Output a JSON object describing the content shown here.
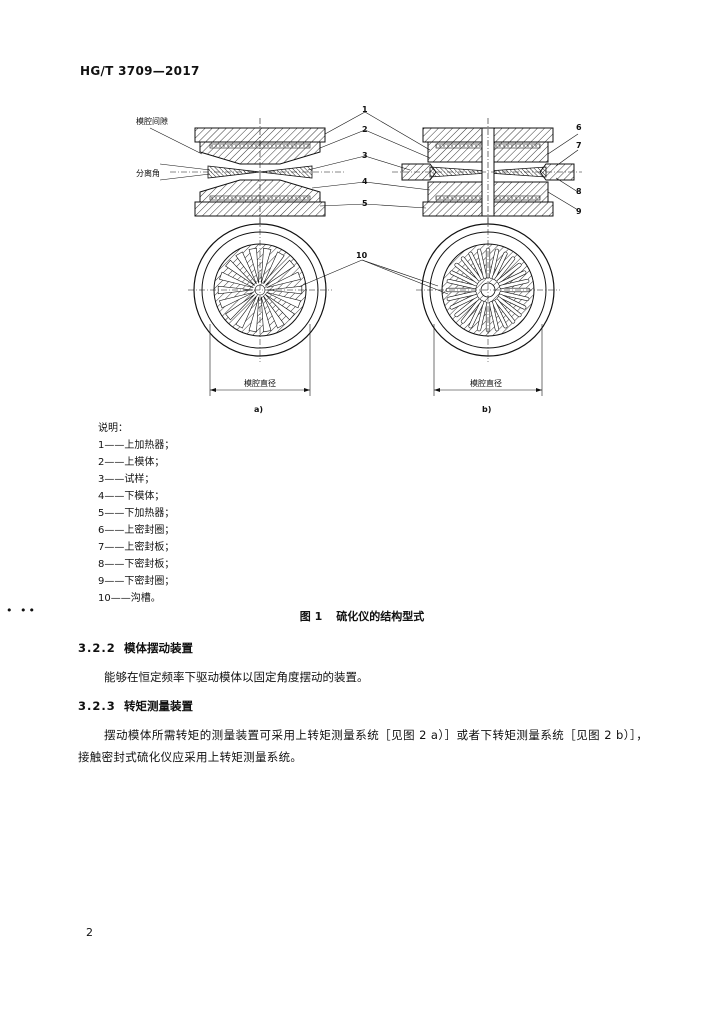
{
  "header": {
    "standard": "HG/T 3709—2017"
  },
  "figure": {
    "label_cavity_gap": "模腔间隙",
    "label_parting_angle": "分离角",
    "label_cavity_diameter_a": "模腔直径",
    "label_cavity_diameter_b": "模腔直径",
    "sub_a": "a)",
    "sub_b": "b)",
    "callouts": [
      "1",
      "2",
      "3",
      "4",
      "5",
      "6",
      "7",
      "8",
      "9",
      "10"
    ]
  },
  "legend": {
    "title": "说明：",
    "items": [
      "1——上加热器；",
      "2——上模体；",
      "3——试样；",
      "4——下模体；",
      "5——下加热器；",
      "6——上密封圈；",
      "7——上密封板；",
      "8——下密封板；",
      "9——下密封圈；",
      "10——沟槽。"
    ]
  },
  "caption": {
    "number": "图 1",
    "title": "硫化仪的结构型式"
  },
  "sections": [
    {
      "number": "3.2.2",
      "title": "模体摆动装置",
      "body": "能够在恒定频率下驱动模体以固定角度摆动的装置。"
    },
    {
      "number": "3.2.3",
      "title": "转矩测量装置",
      "body": "摆动模体所需转矩的测量装置可采用上转矩测量系统［见图 2 a）］或者下转矩测量系统［见图 2 b）］，接触密封式硫化仪应采用上转矩测量系统。"
    }
  ],
  "page_number": "2",
  "margin_marks": "• ••"
}
